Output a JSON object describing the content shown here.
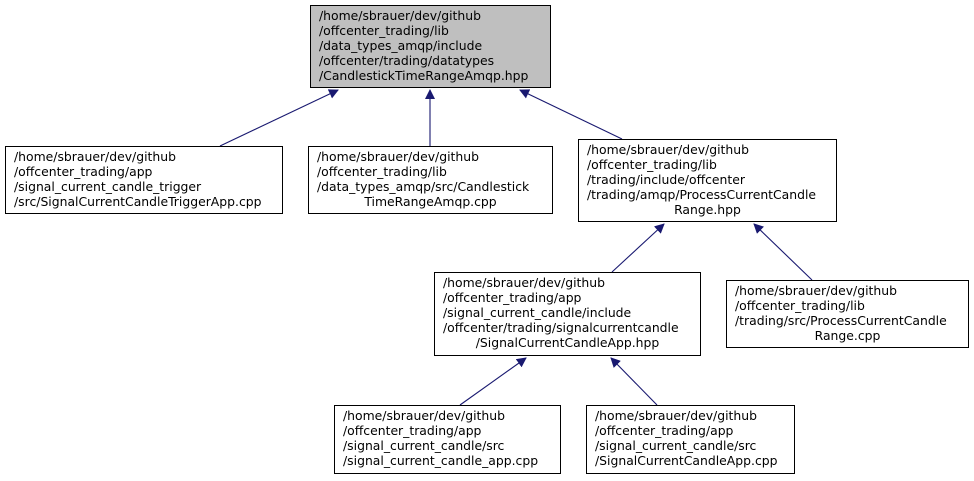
{
  "colors": {
    "edge": "#191970",
    "root_fill": "#bfbfbf",
    "node_border": "#000000"
  },
  "nodes": [
    {
      "id": "root",
      "lines": [
        "/home/sbrauer/dev/github",
        "/offcenter_trading/lib",
        "/data_types_amqp/include",
        "/offcenter/trading/datatypes",
        "/CandlestickTimeRangeAmqp.hpp"
      ],
      "highlight": true
    },
    {
      "id": "trigger_app",
      "lines": [
        "/home/sbrauer/dev/github",
        "/offcenter_trading/app",
        "/signal_current_candle_trigger",
        "/src/SignalCurrentCandleTriggerApp.cpp"
      ]
    },
    {
      "id": "candlestick_cpp",
      "lines": [
        "/home/sbrauer/dev/github",
        "/offcenter_trading/lib",
        "/data_types_amqp/src/Candlestick",
        "TimeRangeAmqp.cpp"
      ]
    },
    {
      "id": "process_hpp",
      "lines": [
        "/home/sbrauer/dev/github",
        "/offcenter_trading/lib",
        "/trading/include/offcenter",
        "/trading/amqp/ProcessCurrentCandle",
        "Range.hpp"
      ]
    },
    {
      "id": "signal_app_hpp",
      "lines": [
        "/home/sbrauer/dev/github",
        "/offcenter_trading/app",
        "/signal_current_candle/include",
        "/offcenter/trading/signalcurrentcandle",
        "/SignalCurrentCandleApp.hpp"
      ]
    },
    {
      "id": "process_cpp",
      "lines": [
        "/home/sbrauer/dev/github",
        "/offcenter_trading/lib",
        "/trading/src/ProcessCurrentCandle",
        "Range.cpp"
      ]
    },
    {
      "id": "signal_app_lower_cpp",
      "lines": [
        "/home/sbrauer/dev/github",
        "/offcenter_trading/app",
        "/signal_current_candle/src",
        "/signal_current_candle_app.cpp"
      ]
    },
    {
      "id": "signal_app_cpp",
      "lines": [
        "/home/sbrauer/dev/github",
        "/offcenter_trading/app",
        "/signal_current_candle/src",
        "/SignalCurrentCandleApp.cpp"
      ]
    }
  ],
  "edges": [
    {
      "from": "trigger_app",
      "to": "root"
    },
    {
      "from": "candlestick_cpp",
      "to": "root"
    },
    {
      "from": "process_hpp",
      "to": "root"
    },
    {
      "from": "signal_app_hpp",
      "to": "process_hpp"
    },
    {
      "from": "process_cpp",
      "to": "process_hpp"
    },
    {
      "from": "signal_app_lower_cpp",
      "to": "signal_app_hpp"
    },
    {
      "from": "signal_app_cpp",
      "to": "signal_app_hpp"
    }
  ]
}
